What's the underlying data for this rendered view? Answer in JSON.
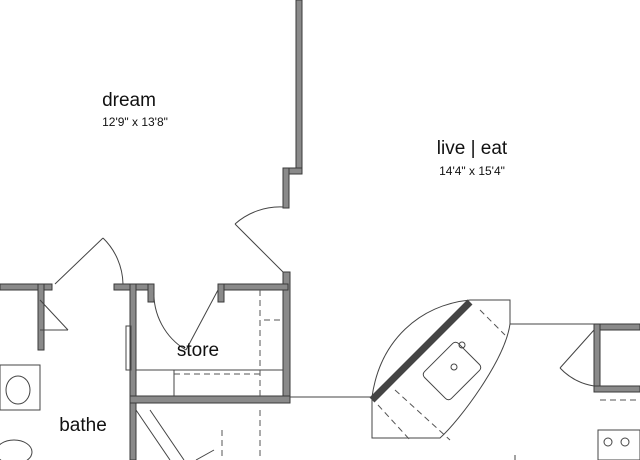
{
  "rooms": {
    "dream": {
      "name": "dream",
      "dimensions": "12'9\" x 13'8\""
    },
    "live_eat": {
      "name": "live | eat",
      "dimensions": "14'4\" x 15'4\""
    },
    "store": {
      "name": "store"
    },
    "bathe": {
      "name": "bathe"
    }
  }
}
